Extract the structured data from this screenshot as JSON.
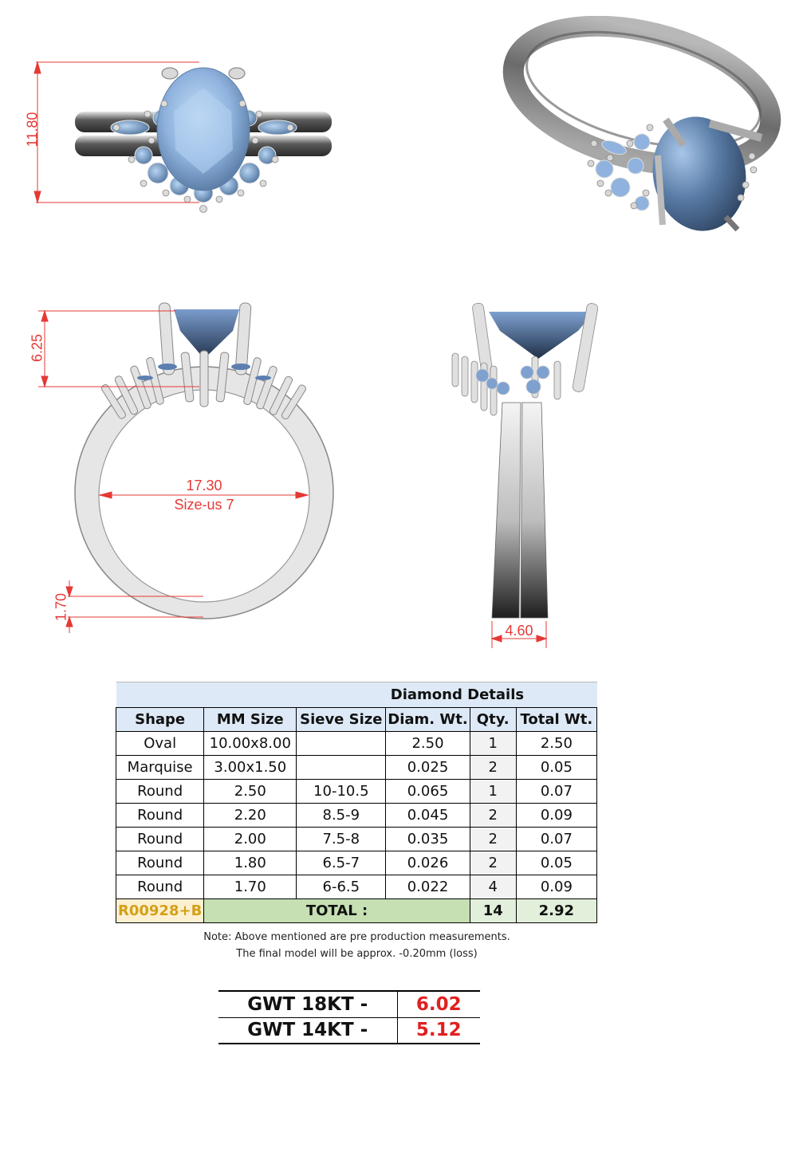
{
  "dimensions": {
    "top_view_height": "11.80",
    "side_view_height": "6.25",
    "inner_diameter": "17.30",
    "ring_size": "Size-us 7",
    "band_thickness": "1.70",
    "band_width": "4.60"
  },
  "colors": {
    "dimension_red": "#e53935",
    "stone_blue": "#8fb3de",
    "metal_gray": "#c8c8c8",
    "header_blue": "#dde9f6",
    "total_green": "#c6e0b4",
    "code_gold": "#d4a017",
    "weight_red": "#e02020"
  },
  "diamond_table": {
    "title": "Diamond Details",
    "headers": [
      "Shape",
      "MM Size",
      "Sieve Size",
      "Diam. Wt.",
      "Qty.",
      "Total Wt."
    ],
    "rows": [
      [
        "Oval",
        "10.00x8.00",
        "",
        "2.50",
        "1",
        "2.50"
      ],
      [
        "Marquise",
        "3.00x1.50",
        "",
        "0.025",
        "2",
        "0.05"
      ],
      [
        "Round",
        "2.50",
        "10-10.5",
        "0.065",
        "1",
        "0.07"
      ],
      [
        "Round",
        "2.20",
        "8.5-9",
        "0.045",
        "2",
        "0.09"
      ],
      [
        "Round",
        "2.00",
        "7.5-8",
        "0.035",
        "2",
        "0.07"
      ],
      [
        "Round",
        "1.80",
        "6.5-7",
        "0.026",
        "2",
        "0.05"
      ],
      [
        "Round",
        "1.70",
        "6-6.5",
        "0.022",
        "4",
        "0.09"
      ]
    ],
    "total": {
      "code": "R00928+B",
      "label": "TOTAL :",
      "qty": "14",
      "weight": "2.92"
    }
  },
  "note": {
    "line1": "Note: Above mentioned are pre production measurements.",
    "line2": "The final model will be approx. -0.20mm (loss)"
  },
  "gross_weight": [
    {
      "label": "GWT 18KT  -",
      "value": "6.02"
    },
    {
      "label": "GWT 14KT  -",
      "value": "5.12"
    }
  ]
}
